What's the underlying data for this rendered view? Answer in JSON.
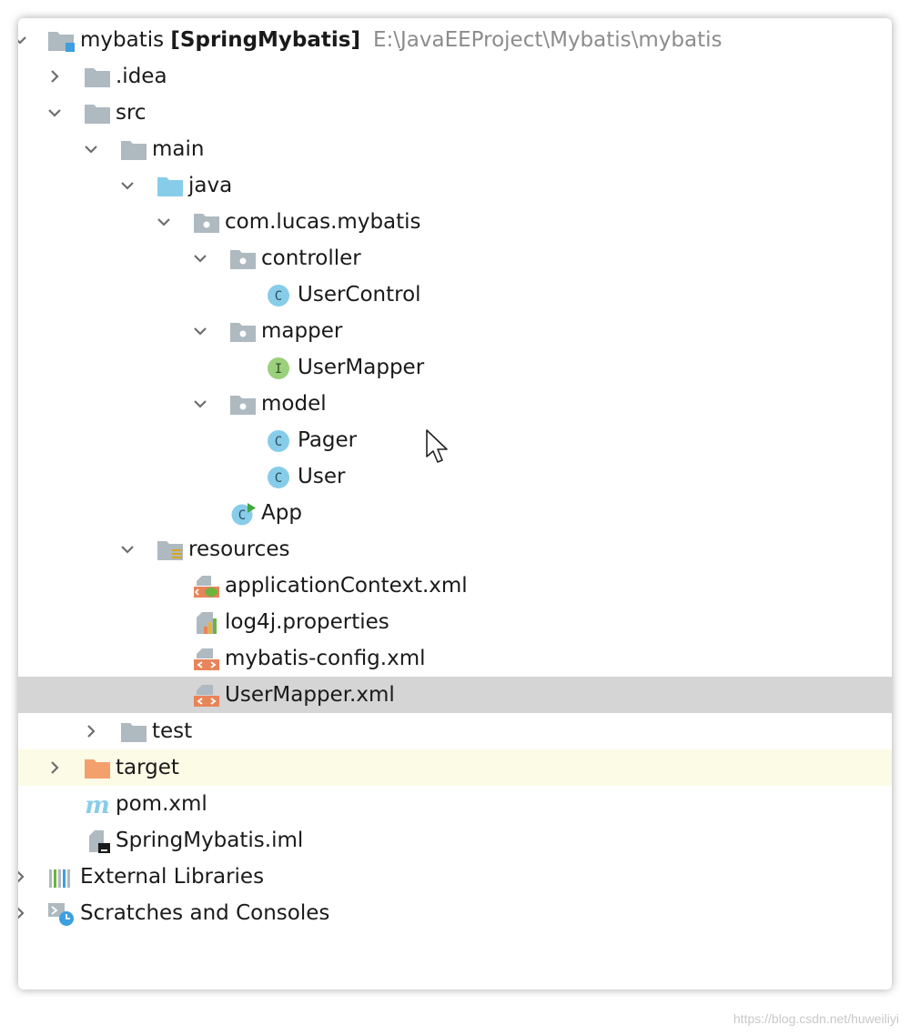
{
  "project": {
    "name": "mybatis",
    "module": "[SpringMybatis]",
    "path": "E:\\JavaEEProject\\Mybatis\\mybatis"
  },
  "tree": {
    "idea": ".idea",
    "src": "src",
    "main": "main",
    "java": "java",
    "package": "com.lucas.mybatis",
    "controller": "controller",
    "user_control": "UserControl",
    "mapper": "mapper",
    "user_mapper": "UserMapper",
    "model": "model",
    "pager": "Pager",
    "user": "User",
    "app": "App",
    "resources": "resources",
    "application_context": "applicationContext.xml",
    "log4j": "log4j.properties",
    "mybatis_config": "mybatis-config.xml",
    "user_mapper_xml": "UserMapper.xml",
    "test": "test",
    "target": "target",
    "pom": "pom.xml",
    "iml": "SpringMybatis.iml",
    "external_libraries": "External Libraries",
    "scratches": "Scratches and Consoles"
  },
  "badges": {
    "class": "C",
    "interface": "I",
    "pom": "m"
  },
  "watermark": "https://blog.csdn.net/huweiliyi",
  "colors": {
    "folder": "#aeb9c0",
    "source_folder": "#87cdea",
    "excluded_folder": "#f4a06c",
    "class_badge": "#87cdea",
    "interface_badge": "#9bd07c",
    "selected_row": "#d5d5d5",
    "excluded_row": "#fcfbe6",
    "xml_badge": "#e8845a",
    "spring_leaf": "#6db33f"
  },
  "icons": {
    "folder": "folder-icon",
    "package": "package-icon",
    "class": "class-icon",
    "interface": "interface-icon",
    "xml": "xml-file-icon",
    "properties": "properties-file-icon",
    "maven": "maven-pom-icon",
    "iml": "iml-file-icon",
    "libraries": "libraries-icon",
    "scratches": "scratches-icon"
  }
}
